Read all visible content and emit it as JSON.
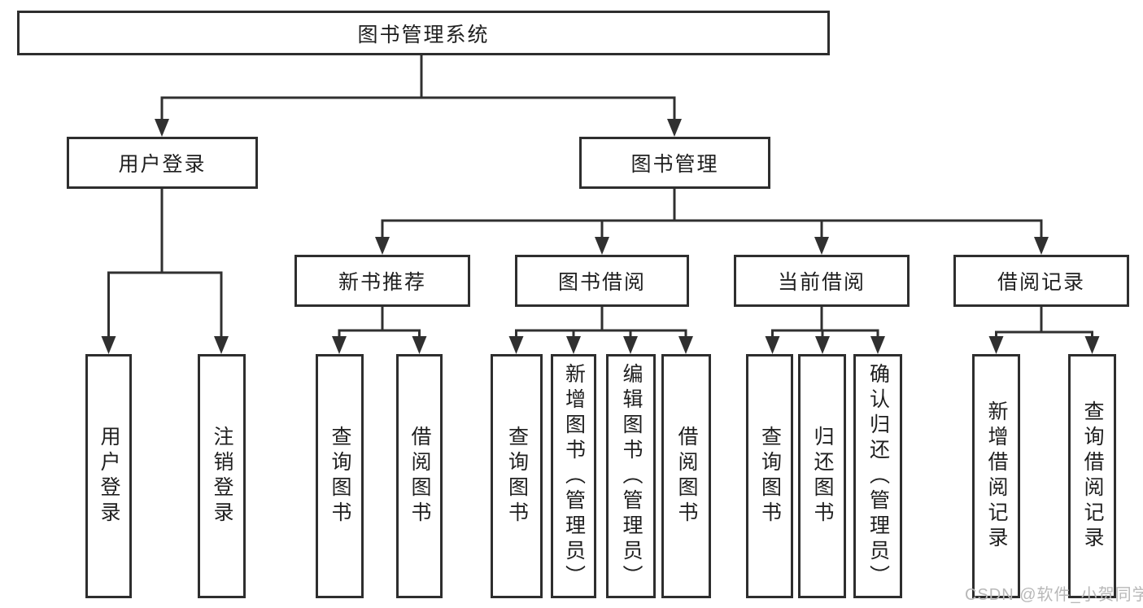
{
  "diagram": {
    "type": "tree",
    "root": {
      "label": "图书管理系统",
      "children": [
        {
          "label": "用户登录",
          "children": [
            {
              "label": "用户登录"
            },
            {
              "label": "注销登录"
            }
          ]
        },
        {
          "label": "图书管理",
          "children": [
            {
              "label": "新书推荐",
              "children": [
                {
                  "label": "查询图书"
                },
                {
                  "label": "借阅图书"
                }
              ]
            },
            {
              "label": "图书借阅",
              "children": [
                {
                  "label": "查询图书"
                },
                {
                  "label": "新增图书（管理员）"
                },
                {
                  "label": "编辑图书（管理员）"
                },
                {
                  "label": "借阅图书"
                }
              ]
            },
            {
              "label": "当前借阅",
              "children": [
                {
                  "label": "查询图书"
                },
                {
                  "label": "归还图书"
                },
                {
                  "label": "确认归还（管理员）"
                }
              ]
            },
            {
              "label": "借阅记录",
              "children": [
                {
                  "label": "新增借阅记录"
                },
                {
                  "label": "查询借阅记录"
                }
              ]
            }
          ]
        }
      ]
    },
    "colors": {
      "line": "#303030",
      "box_border": "#2e2e2e",
      "text": "#1f1f1f",
      "watermark_text": "#b8b8b8",
      "background": "#ffffff"
    },
    "watermark": "CSDN @软件_小贺同学"
  }
}
